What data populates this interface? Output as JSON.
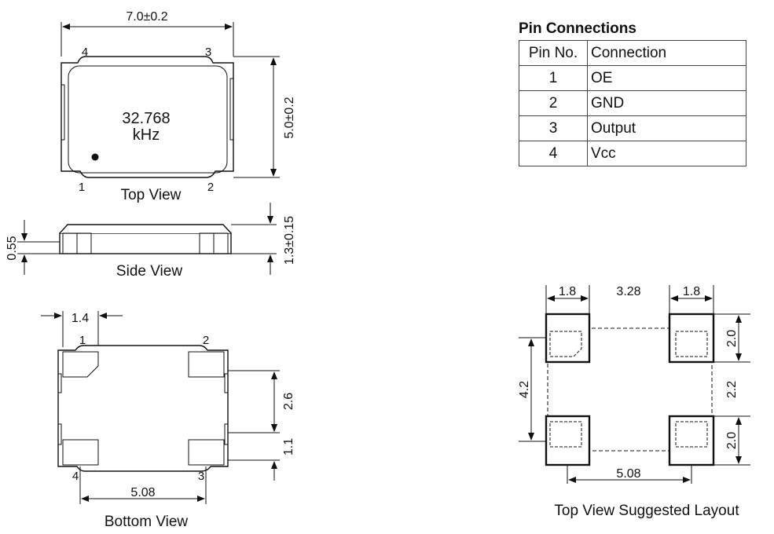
{
  "top_view": {
    "frequency": "32.768",
    "unit": "kHz",
    "width_dim": "7.0±0.2",
    "height_dim": "5.0±0.2",
    "pins": [
      "4",
      "3",
      "1",
      "2"
    ],
    "caption": "Top View"
  },
  "side_view": {
    "pad_height_dim": "0.55",
    "top_dim": "1.3±0.15",
    "caption": "Side View"
  },
  "bottom_view": {
    "pad_width_dim": "1.4",
    "pad_spacing_dim": "2.6",
    "pad_height_dim": "1.1",
    "pitch_dim": "5.08",
    "pins": [
      "1",
      "2",
      "4",
      "3"
    ],
    "caption": "Bottom View"
  },
  "pin_table": {
    "title": "Pin Connections",
    "headers": [
      "Pin No.",
      "Connection"
    ],
    "rows": [
      {
        "pin": "1",
        "connection": "OE"
      },
      {
        "pin": "2",
        "connection": "GND"
      },
      {
        "pin": "3",
        "connection": "Output"
      },
      {
        "pin": "4",
        "connection": "Vcc"
      }
    ]
  },
  "layout_view": {
    "pad_width_left": "1.8",
    "gap": "3.28",
    "pad_width_right": "1.8",
    "pad_height_top": "2.0",
    "gap_vertical": "2.2",
    "pad_height_bottom": "2.0",
    "overall_height": "4.2",
    "pitch": "5.08",
    "caption": "Top View Suggested Layout"
  }
}
